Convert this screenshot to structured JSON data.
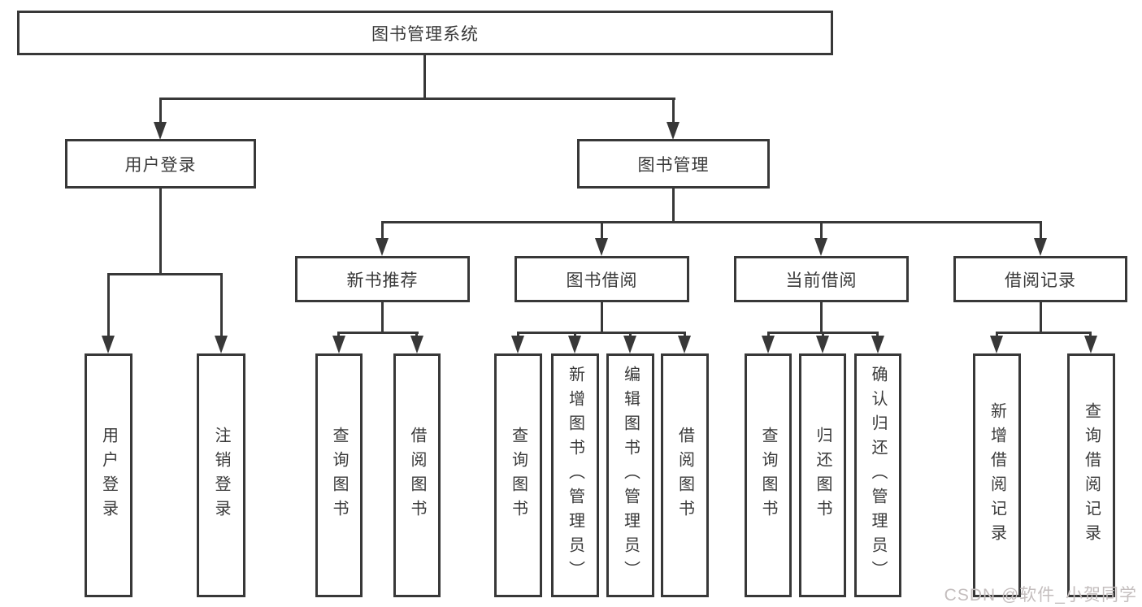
{
  "watermark": "CSDN @软件_小贺同学",
  "colors": {
    "line": "#383838",
    "text": "#3a3a3a",
    "background": "#ffffff",
    "watermark": "#c4bebe"
  },
  "tree": {
    "root": {
      "label": "图书管理系统"
    },
    "branches": [
      {
        "label": "用户登录",
        "children": [
          {
            "label": "用户登录"
          },
          {
            "label": "注销登录"
          }
        ]
      },
      {
        "label": "图书管理",
        "children": [
          {
            "label": "新书推荐",
            "children": [
              {
                "label": "查询图书"
              },
              {
                "label": "借阅图书"
              }
            ]
          },
          {
            "label": "图书借阅",
            "children": [
              {
                "label": "查询图书"
              },
              {
                "label": "新增图书（管理员）"
              },
              {
                "label": "编辑图书（管理员）"
              },
              {
                "label": "借阅图书"
              }
            ]
          },
          {
            "label": "当前借阅",
            "children": [
              {
                "label": "查询图书"
              },
              {
                "label": "归还图书"
              },
              {
                "label": "确认归还（管理员）"
              }
            ]
          },
          {
            "label": "借阅记录",
            "children": [
              {
                "label": "新增借阅记录"
              },
              {
                "label": "查询借阅记录"
              }
            ]
          }
        ]
      }
    ]
  }
}
